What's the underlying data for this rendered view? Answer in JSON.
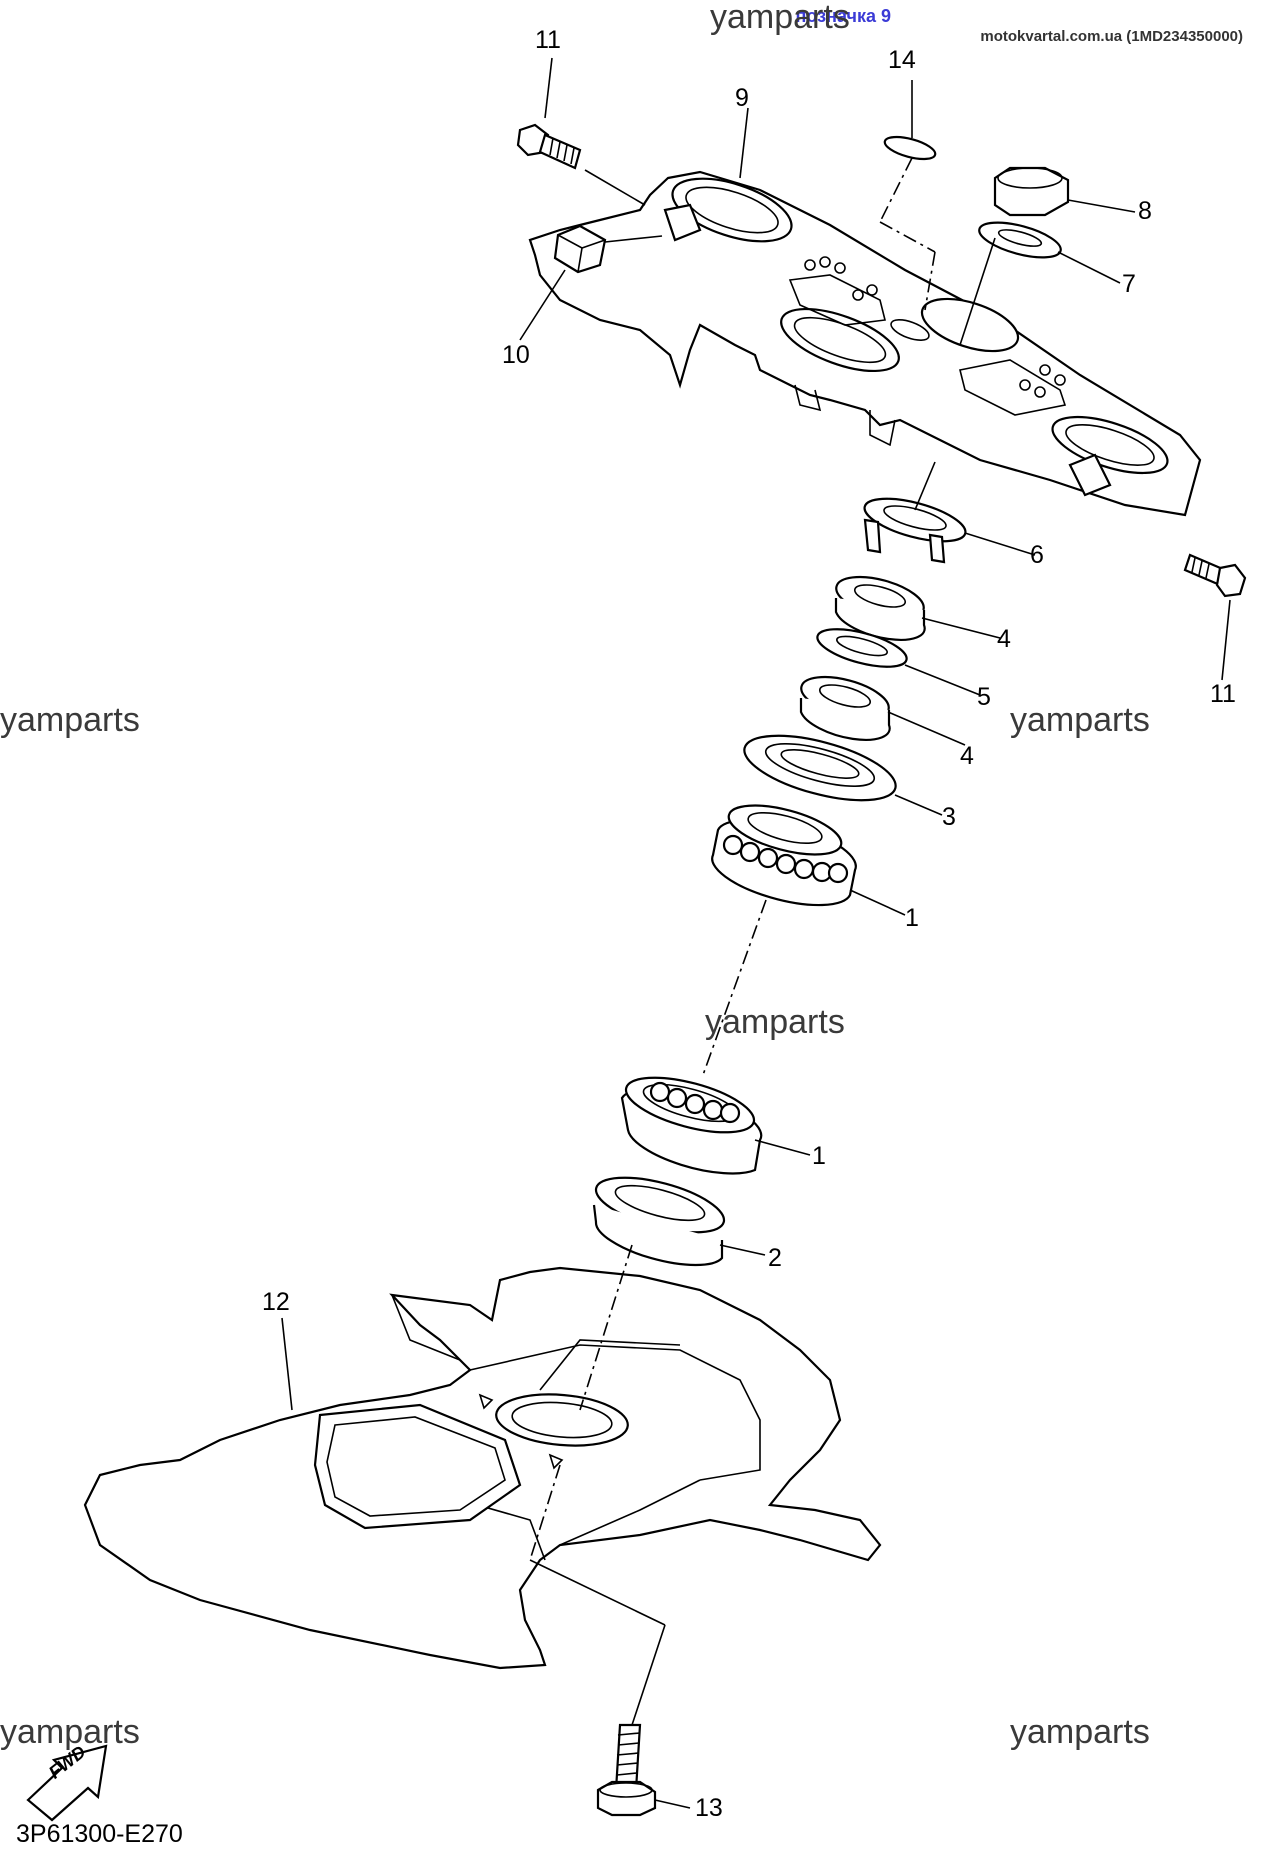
{
  "header": {
    "tag": "позначка 9",
    "site": "motokvartal.com.ua (1MD234350000)"
  },
  "diagram_code": "3P61300-E270",
  "fwd_label": "FWD",
  "watermark": "yamparts",
  "callouts": {
    "c11a": "11",
    "c9": "9",
    "c14": "14",
    "c8": "8",
    "c7": "7",
    "c10": "10",
    "c6": "6",
    "c4a": "4",
    "c11b": "11",
    "c5": "5",
    "c4b": "4",
    "c3": "3",
    "c1a": "1",
    "c1b": "1",
    "c2": "2",
    "c12": "12",
    "c13": "13"
  }
}
